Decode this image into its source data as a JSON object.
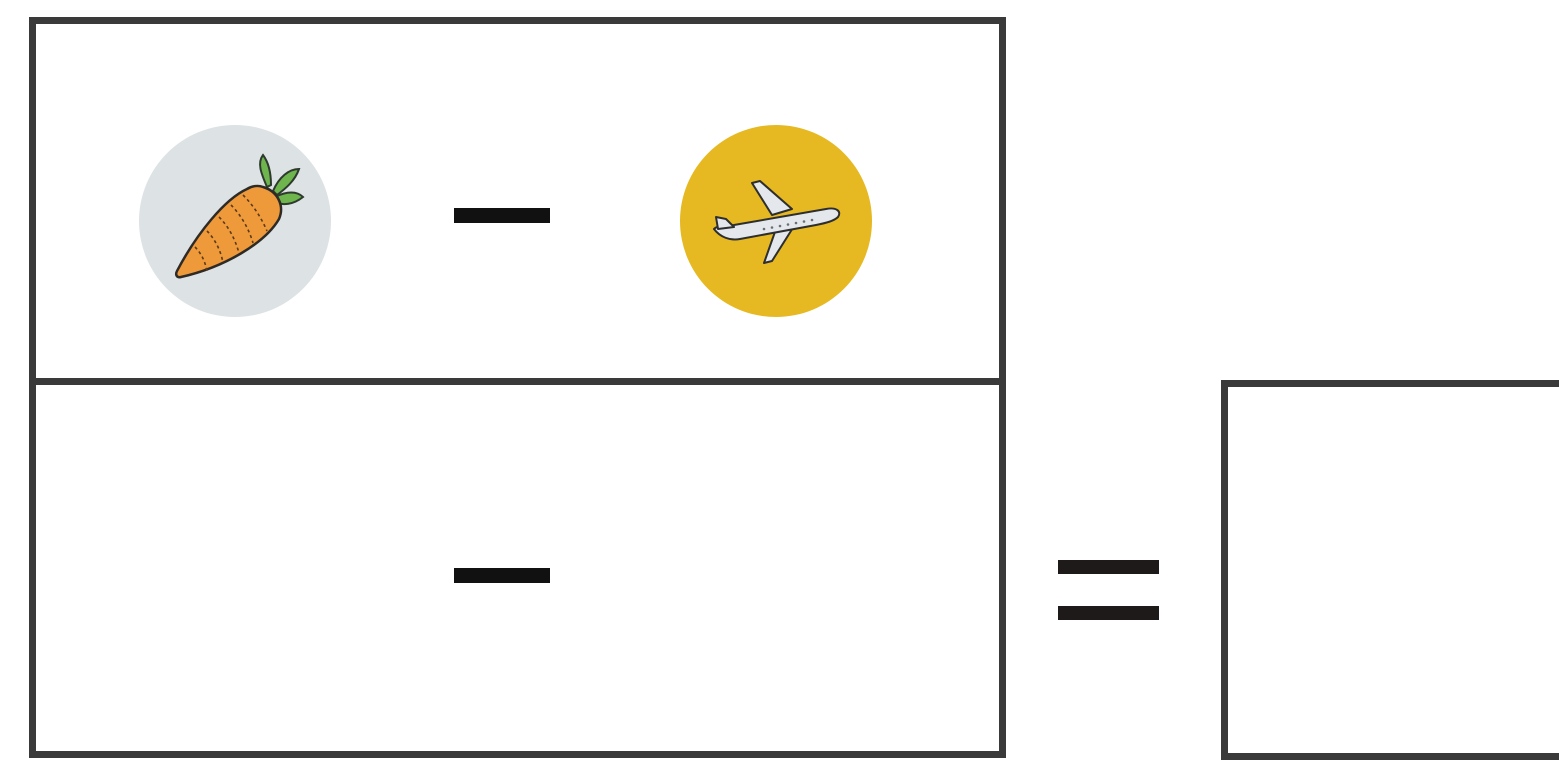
{
  "rows": [
    {
      "terms": [
        {
          "icon": "carrot-icon",
          "background": "#dde2e5"
        },
        {
          "operator": "minus"
        },
        {
          "icon": "airplane-icon",
          "background": "#e6b923"
        }
      ]
    },
    {
      "terms": [
        {
          "icon": null
        },
        {
          "operator": "minus"
        },
        {
          "icon": null
        }
      ]
    }
  ],
  "result_operator": "equals",
  "answer": null,
  "colors": {
    "border": "#3a3a3a",
    "carrot_bg": "#dde2e5",
    "plane_bg": "#e6b923",
    "carrot_body": "#ef9a3a",
    "carrot_leaves": "#6db54c",
    "plane_body": "#e4e8ec",
    "symbol": "#111111"
  }
}
